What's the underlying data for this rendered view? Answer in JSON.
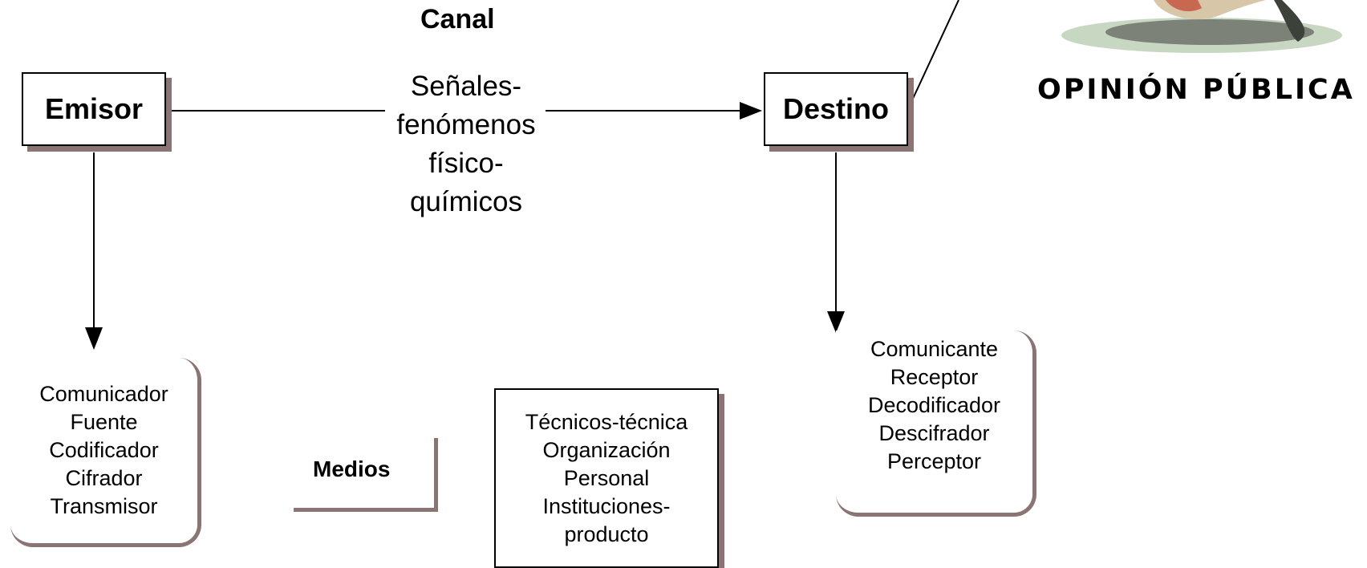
{
  "title": "Canal",
  "channel_lines": [
    "Señales-",
    "fenómenos",
    "físico-",
    "químicos"
  ],
  "emisor_label": "Emisor",
  "destino_label": "Destino",
  "opinion_label": "OPINIÓN PÚBLICA",
  "emisor_roles": [
    "Comunicador",
    "Fuente",
    "Codificador",
    "Cifrador",
    "Transmisor"
  ],
  "destino_roles": [
    "Comunicante",
    "Receptor",
    "Decodificador",
    "Descifrador",
    "Perceptor"
  ],
  "medios_label": "Medios",
  "medios_items": [
    "Técnicos-técnica",
    "Organización",
    "Personal",
    "Instituciones-",
    "producto"
  ],
  "colors": {
    "shadow": "#8a7474",
    "line": "#000000"
  }
}
